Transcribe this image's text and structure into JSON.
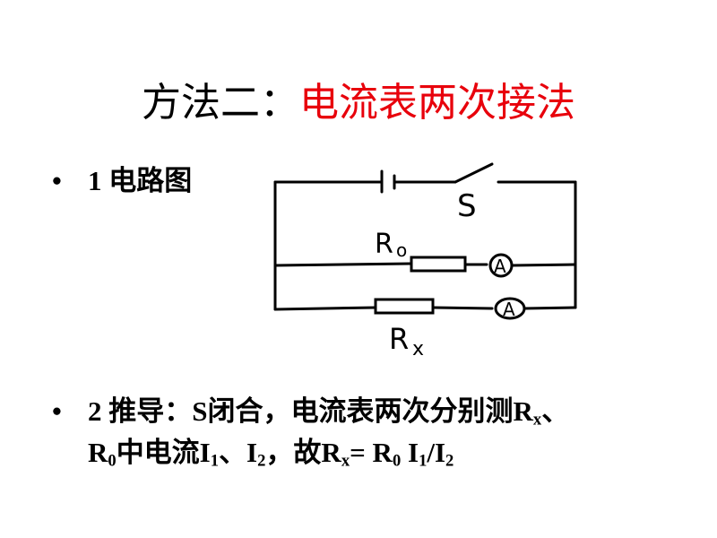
{
  "title": {
    "prefix": "方法二：",
    "highlight": "电流表两次接法"
  },
  "bullet1": {
    "marker": "•",
    "text": "1 电路图"
  },
  "circuit": {
    "switch_label": "S",
    "r0_label": "R",
    "r0_sub": "o",
    "rx_label": "R",
    "rx_sub": "x",
    "meter_symbol": "A"
  },
  "bullet2": {
    "marker": "•",
    "line1": {
      "a": "2 推导：S闭合，电流表两次分别测R",
      "a_sub": "x",
      "b": "、"
    },
    "line2": {
      "a": "R",
      "a_sub": "0",
      "b": "中电流I",
      "b_sub": "1",
      "c": "、I",
      "c_sub": "2",
      "d": "，故R",
      "d_sub": "x",
      "e": "= R",
      "e_sub": "0",
      "f": " I",
      "f_sub": "1",
      "g": "/I",
      "g_sub": "2"
    }
  },
  "colors": {
    "title_highlight": "#e8000b",
    "text": "#000000"
  }
}
